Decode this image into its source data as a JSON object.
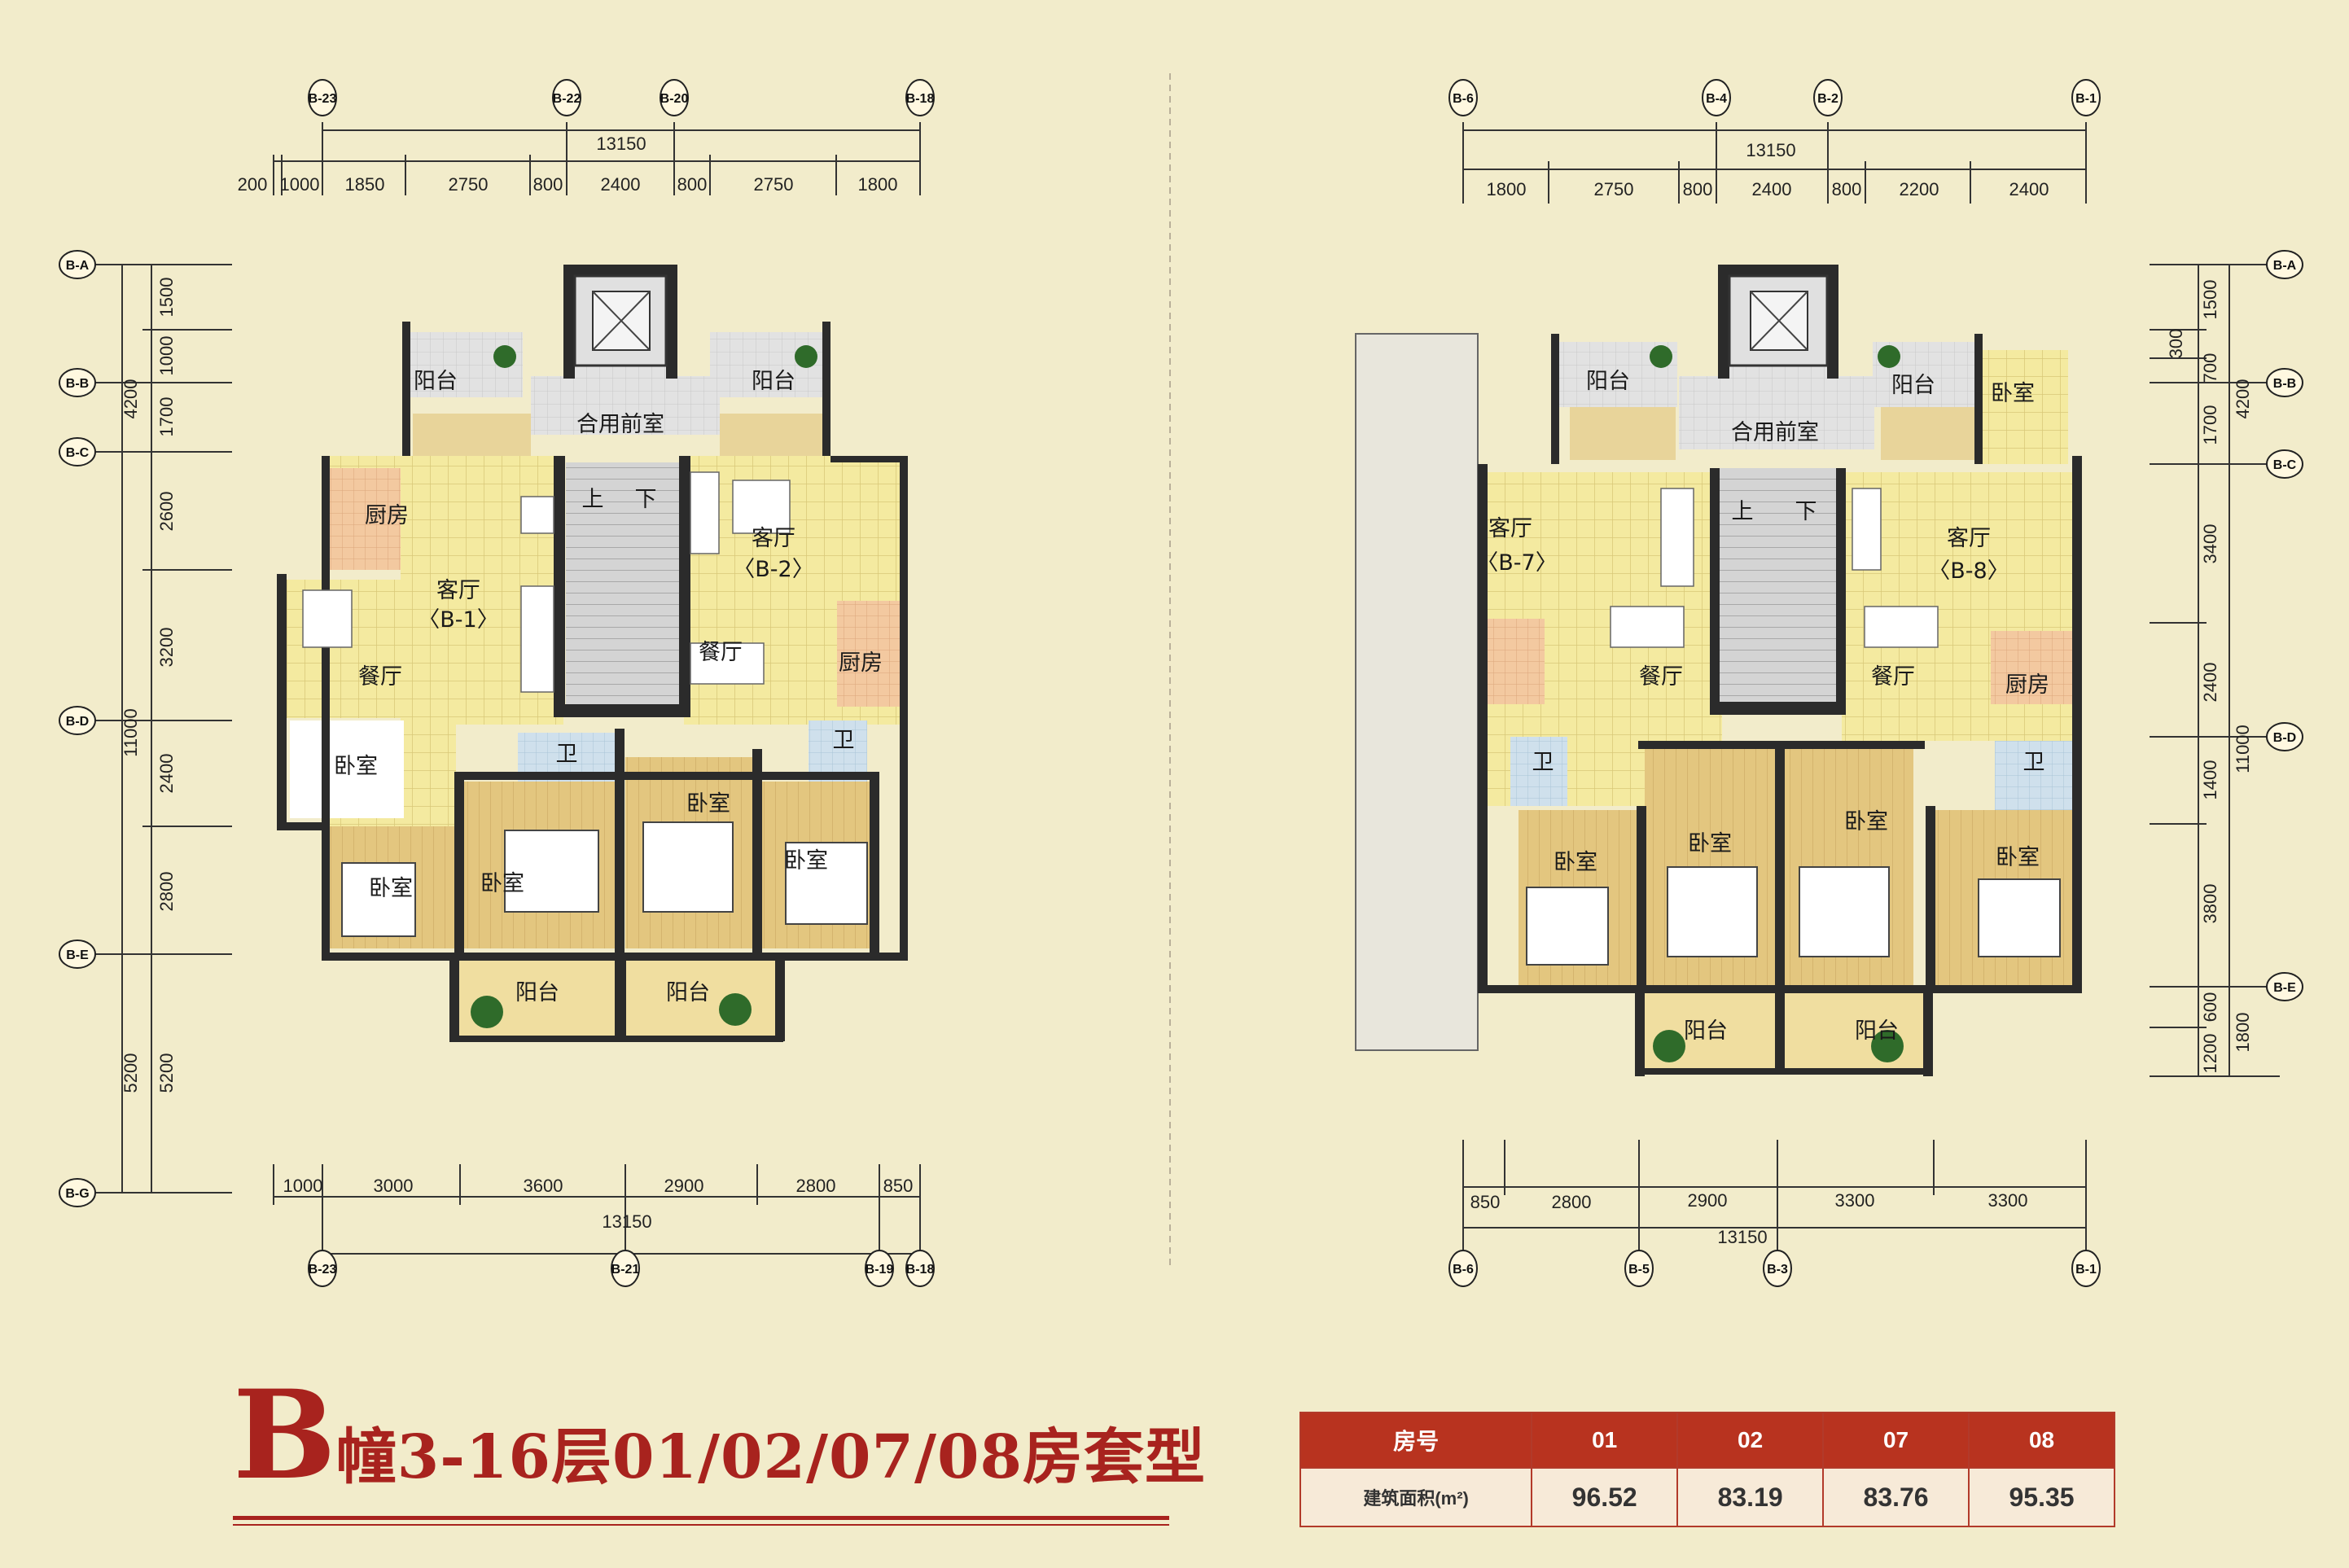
{
  "title": {
    "letter": "B",
    "rest": "幢3-16层01/02/07/08房套型"
  },
  "area_table": {
    "header": [
      "房号",
      "01",
      "02",
      "07",
      "08"
    ],
    "row_label": "建筑面积(m²)",
    "values": [
      "96.52",
      "83.19",
      "83.76",
      "95.35"
    ]
  },
  "left_plan": {
    "total_top": "13150",
    "total_bottom": "13150",
    "top_dims": [
      "200",
      "1000",
      "1850",
      "2750",
      "800",
      "2400",
      "800",
      "2750",
      "1800"
    ],
    "bottom_dims": [
      "1000",
      "3000",
      "3600",
      "2900",
      "2800",
      "850"
    ],
    "left_dims": [
      "1500",
      "1000",
      "1700",
      "2600",
      "3200",
      "2400",
      "2800",
      "5200"
    ],
    "left_totals": [
      "4200",
      "11000",
      "5200"
    ],
    "grid_top": [
      "B-23",
      "B-22",
      "B-20",
      "B-18"
    ],
    "grid_bottom": [
      "B-23",
      "B-21",
      "B-19",
      "B-18"
    ],
    "grid_left": [
      "B-A",
      "B-B",
      "B-C",
      "B-D",
      "B-E",
      "B-G"
    ],
    "rooms": {
      "balcony_tl": "阳台",
      "balcony_tr": "阳台",
      "front_hall": "合用前室",
      "kitchen_l": "厨房",
      "living_l": "客厅",
      "unit_l": "〈B-1〉",
      "dining_l": "餐厅",
      "living_r": "客厅",
      "unit_r": "〈B-2〉",
      "dining_r": "餐厅",
      "kitchen_r": "厨房",
      "stair_up": "上",
      "stair_down": "下",
      "bath_l": "卫",
      "bath_r": "卫",
      "bed1": "卧室",
      "bed2": "卧室",
      "bed3": "卧室",
      "bed4": "卧室",
      "bed5": "卧室",
      "balcony_bl": "阳台",
      "balcony_br": "阳台"
    }
  },
  "right_plan": {
    "total_top": "13150",
    "total_bottom": "13150",
    "top_dims": [
      "1800",
      "2750",
      "800",
      "2400",
      "800",
      "2200",
      "2400"
    ],
    "bottom_dims": [
      "850",
      "2800",
      "2900",
      "3300",
      "3300"
    ],
    "right_dims": [
      "1500",
      "300",
      "700",
      "1700",
      "3400",
      "2400",
      "1400",
      "3800",
      "600",
      "1200"
    ],
    "right_totals": [
      "4200",
      "11000",
      "1800"
    ],
    "grid_top": [
      "B-6",
      "B-4",
      "B-2",
      "B-1"
    ],
    "grid_bottom": [
      "B-6",
      "B-5",
      "B-3",
      "B-1"
    ],
    "grid_right": [
      "B-A",
      "B-B",
      "B-C",
      "B-D",
      "B-E"
    ],
    "rooms": {
      "balcony_tl": "阳台",
      "balcony_tr": "阳台",
      "front_hall": "合用前室",
      "bed_top": "卧室",
      "living_l": "客厅",
      "unit_l": "〈B-7〉",
      "dining_l": "餐厅",
      "living_r": "客厅",
      "unit_r": "〈B-8〉",
      "dining_r": "餐厅",
      "kitchen_r": "厨房",
      "stair_up": "上",
      "stair_down": "下",
      "bath_l": "卫",
      "bath_r": "卫",
      "bed1": "卧室",
      "bed2": "卧室",
      "bed3": "卧室",
      "bed4": "卧室",
      "balcony_bl": "阳台",
      "balcony_br": "阳台"
    }
  },
  "colors": {
    "floor_yellow": "#f4eaa0",
    "floor_wood": "#e3c67f",
    "floor_grey": "#d6d6d6",
    "floor_blue": "#cfe0ec",
    "floor_tan": "#e8d49a",
    "wall": "#2b2b2b",
    "accent": "#a8231e"
  }
}
